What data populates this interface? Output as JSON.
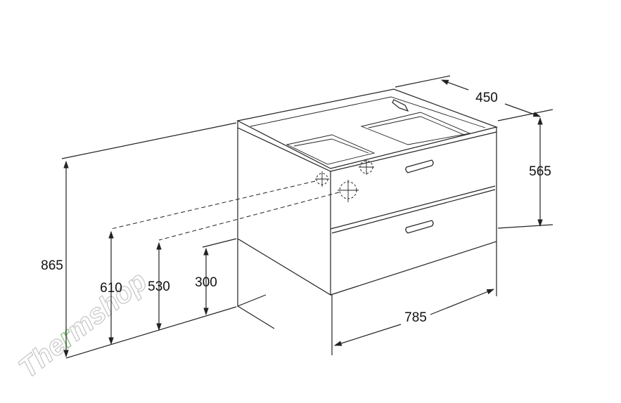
{
  "dimensions": {
    "overall_height": "865",
    "pipe_height_1": "610",
    "pipe_height_2": "530",
    "pipe_height_3": "300",
    "depth": "450",
    "cabinet_height": "565",
    "width": "785"
  },
  "watermark": {
    "text_before": "The",
    "text_accent": "r",
    "text_after": "mshop"
  },
  "colors": {
    "line": "#222222",
    "watermark": "#c9c9c9",
    "watermark_accent": "#92c28a"
  }
}
